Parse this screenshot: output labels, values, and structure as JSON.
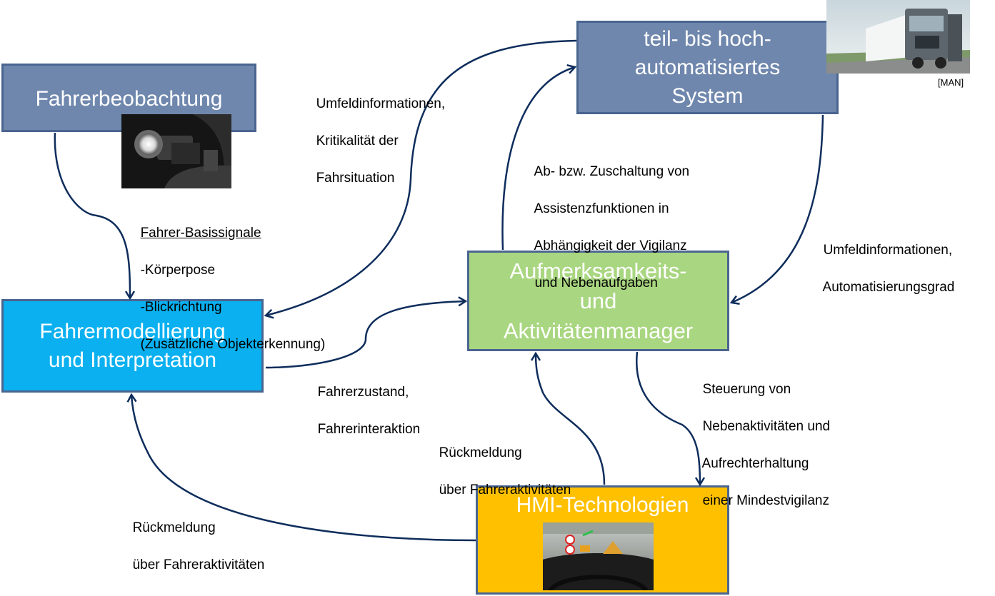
{
  "boxes": {
    "fahrerbeobachtung": "Fahrerbeobachtung",
    "system_line1": "teil- bis hoch-",
    "system_line2": "automatisiertes",
    "system_line3": "System",
    "model_line1": "Fahrermodellierung",
    "model_line2": "und Interpretation",
    "manager_line1": "Aufmerksamkeits-",
    "manager_line2": "und",
    "manager_line3": "Aktivitätenmanager",
    "hmi": "HMI-Technologien"
  },
  "labels": {
    "basissignale_title": "Fahrer-Basissignale",
    "basissignale_1": "-Körperpose",
    "basissignale_2": "-Blickrichtung",
    "basissignale_3": "(Zusätzliche Objekterkennung)",
    "umfeld_left_1": "Umfeldinformationen,",
    "umfeld_left_2": "Kritikalität der",
    "umfeld_left_3": "Fahrsituation",
    "zuschaltung_1": "Ab- bzw. Zuschaltung von",
    "zuschaltung_2": "Assistenzfunktionen in",
    "zuschaltung_3": "Abhängigkeit der Vigilanz",
    "zuschaltung_4": "und Nebenaufgaben",
    "umfeld_right_1": "Umfeldinformationen,",
    "umfeld_right_2": "Automatisierungsgrad",
    "zustand_1": "Fahrerzustand,",
    "zustand_2": "Fahrerinteraktion",
    "steuerung_1": "Steuerung von",
    "steuerung_2": "Nebenaktivitäten und",
    "steuerung_3": "Aufrechterhaltung",
    "steuerung_4": "einer Mindestvigilanz",
    "rueck_mid_1": "Rückmeldung",
    "rueck_mid_2": "über Fahreraktivitäten",
    "rueck_left_1": "Rückmeldung",
    "rueck_left_2": "über Fahreraktivitäten"
  },
  "image_credit": "[MAN]",
  "colors": {
    "blue_gray_box": "#6f87ad",
    "light_blue_box": "#0ab0f0",
    "green_box": "#a9d680",
    "orange_box": "#ffc000",
    "arrow": "#0e2d5c"
  }
}
